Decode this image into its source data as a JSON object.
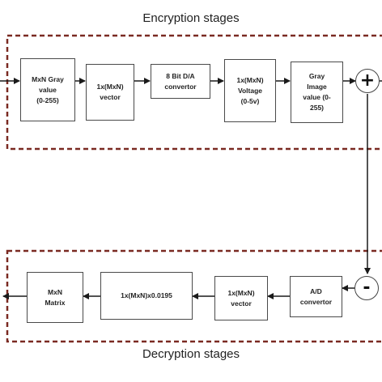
{
  "encryption": {
    "title": "Encryption stages",
    "blocks": [
      {
        "label": "MxN Gray\nvalue\n(0-255)"
      },
      {
        "label": "1x(MxN)\nvector"
      },
      {
        "label": "8 Bit D/A\nconvertor"
      },
      {
        "label": "1x(MxN)\nVoltage\n(0-5v)"
      },
      {
        "label": "Gray\nImage\nvalue (0-\n255)"
      }
    ],
    "operator": "+"
  },
  "decryption": {
    "title": "Decryption stages",
    "blocks": [
      {
        "label": "A/D\nconvertor"
      },
      {
        "label": "1x(MxN)\nvector"
      },
      {
        "label": "1x(MxN)x0.0195"
      },
      {
        "label": "MxN\nMatrix"
      }
    ],
    "operator": "-"
  },
  "colors": {
    "frame_dash": "#7a2a22",
    "line": "#1a1a1a",
    "box_border": "#4a4a4a"
  }
}
